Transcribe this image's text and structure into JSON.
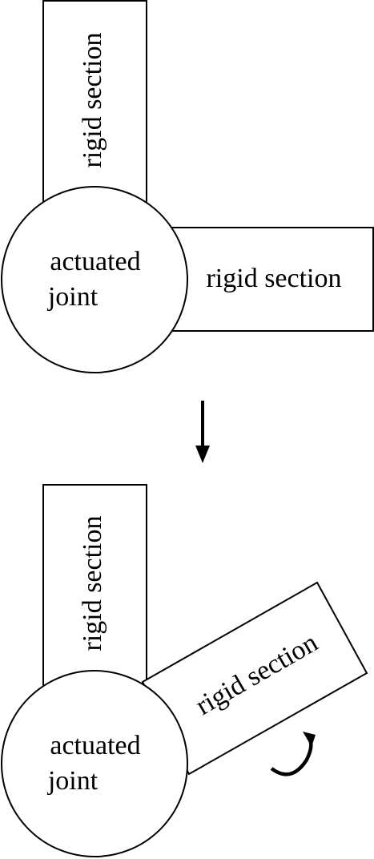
{
  "colors": {
    "stroke": "#000000",
    "fill": "#ffffff",
    "text": "#000000"
  },
  "top_configuration": {
    "vertical_section_label": "rigid section",
    "horizontal_section_label": "rigid section",
    "joint_label_line1": "actuated",
    "joint_label_line2": "joint"
  },
  "transition_arrow_icon": "arrow-down-icon",
  "bottom_configuration": {
    "vertical_section_label": "rigid section",
    "rotated_section_label": "rigid section",
    "joint_label_line1": "actuated",
    "joint_label_line2": "joint",
    "rotation_indicator_icon": "curved-arrow-rotation-icon",
    "rotation_angle_deg": -30
  }
}
